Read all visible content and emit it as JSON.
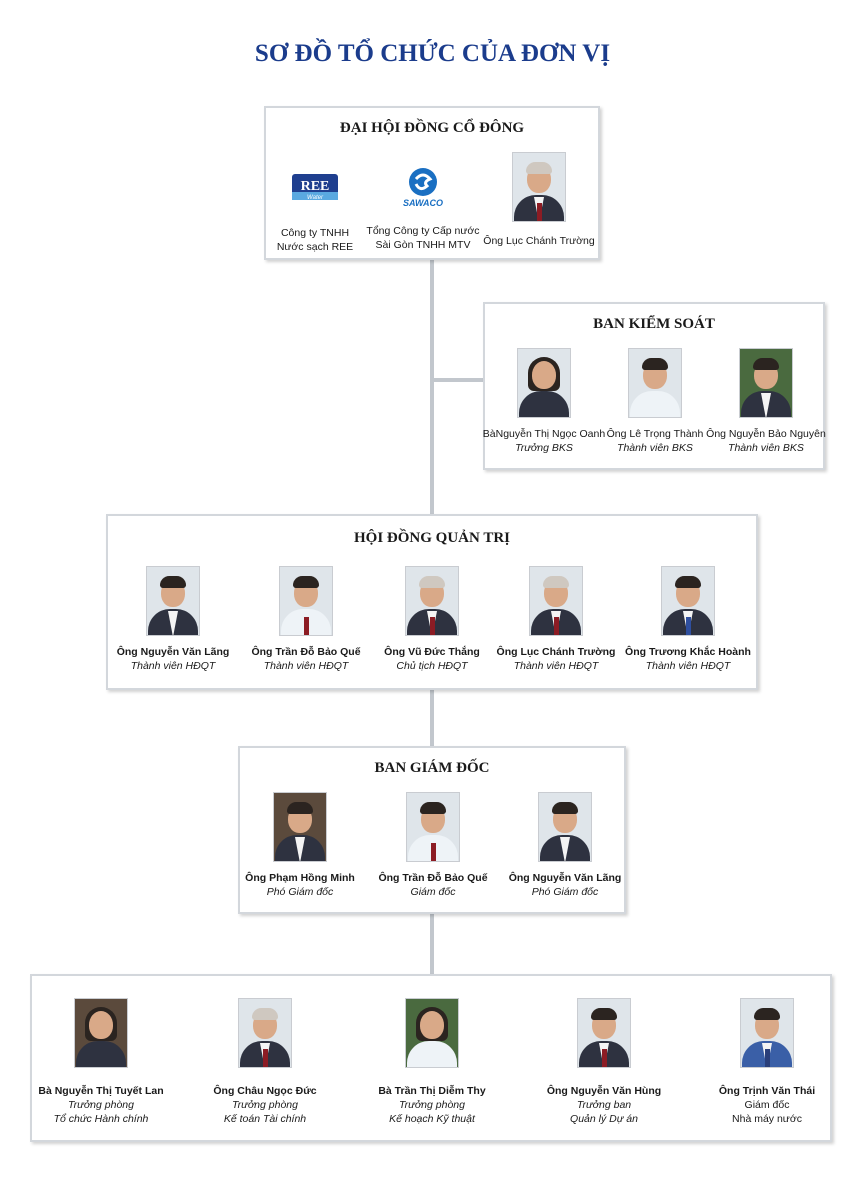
{
  "title": "SƠ ĐỒ TỔ CHỨC CỦA ĐƠN VỊ",
  "colors": {
    "title": "#1b3c8c",
    "connector": "#c2c7cd",
    "sawaco_blue": "#1a6fc2"
  },
  "shareholders": {
    "title": "ĐẠI HỘI ĐỒNG CỔ ĐÔNG",
    "members": [
      {
        "logo": "REE",
        "logo_sub": "Water",
        "line1": "Công ty TNHH",
        "line2": "Nước sạch REE"
      },
      {
        "logo": "SAWACO",
        "line1": "Tổng Công ty Cấp nước",
        "line2": "Sài Gòn TNHH MTV"
      },
      {
        "name": "Ông Lục Chánh Trường"
      }
    ]
  },
  "supervisory": {
    "title": "BAN KIỂM SOÁT",
    "members": [
      {
        "name": "BàNguyễn Thị Ngọc Oanh",
        "role": "Trưởng BKS"
      },
      {
        "name": "Ông Lê Trọng Thành",
        "role": "Thành viên BKS"
      },
      {
        "name": "Ông Nguyễn Bảo Nguyên",
        "role": "Thành viên BKS"
      }
    ]
  },
  "board": {
    "title": "HỘI ĐỒNG QUẢN TRỊ",
    "members": [
      {
        "name": "Ông Nguyễn Văn Lãng",
        "role": "Thành viên HĐQT"
      },
      {
        "name": "Ông Trần Đỗ Bảo Quế",
        "role": "Thành viên HĐQT"
      },
      {
        "name": "Ông Vũ Đức Thắng",
        "role": "Chủ tịch HĐQT"
      },
      {
        "name": "Ông Lục Chánh Trường",
        "role": "Thành viên HĐQT"
      },
      {
        "name": "Ông Trương Khắc Hoành",
        "role": "Thành viên HĐQT"
      }
    ]
  },
  "directors": {
    "title": "BAN GIÁM ĐỐC",
    "members": [
      {
        "name": "Ông Phạm Hồng Minh",
        "role": "Phó Giám đốc"
      },
      {
        "name": "Ông Trần Đỗ Bảo Quế",
        "role": "Giám đốc"
      },
      {
        "name": "Ông Nguyễn Văn Lãng",
        "role": "Phó Giám đốc"
      }
    ]
  },
  "departments": {
    "members": [
      {
        "name": "Bà Nguyễn Thị Tuyết Lan",
        "role1": "Trưởng phòng",
        "role2": "Tổ chức Hành chính"
      },
      {
        "name": "Ông Châu Ngọc Đức",
        "role1": "Trưởng phòng",
        "role2": "Kế toán Tài chính"
      },
      {
        "name": "Bà Trần Thị Diễm Thy",
        "role1": "Trưởng phòng",
        "role2": "Kế hoạch Kỹ thuật"
      },
      {
        "name": "Ông Nguyễn Văn Hùng",
        "role1": "Trưởng ban",
        "role2": "Quản lý Dự án"
      },
      {
        "name": "Ông Trịnh Văn Thái",
        "role1": "Giám đốc",
        "role2": "Nhà máy nước"
      }
    ]
  }
}
